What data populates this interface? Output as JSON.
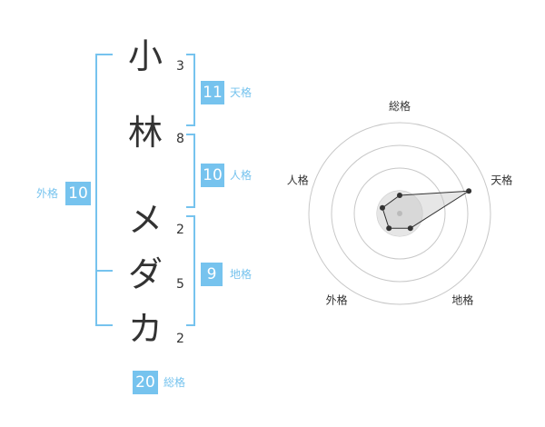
{
  "name": {
    "characters": [
      {
        "char": "小",
        "strokes": "3"
      },
      {
        "char": "林",
        "strokes": "8"
      },
      {
        "char": "メ",
        "strokes": "2"
      },
      {
        "char": "ダ",
        "strokes": "5"
      },
      {
        "char": "カ",
        "strokes": "2"
      }
    ]
  },
  "kaku": {
    "tenkaku": {
      "value": "11",
      "label": "天格"
    },
    "jinkaku": {
      "value": "10",
      "label": "人格"
    },
    "chikaku": {
      "value": "9",
      "label": "地格"
    },
    "gaikaku": {
      "value": "10",
      "label": "外格"
    },
    "soukaku": {
      "value": "20",
      "label": "総格"
    }
  },
  "colors": {
    "accent": "#76c3ee",
    "text": "#333333",
    "radar_fill": "#e6e6e6",
    "radar_grid": "#c8c8c8",
    "radar_point": "#333333"
  },
  "chart_data": {
    "type": "radar",
    "axes": [
      "総格",
      "天格",
      "地格",
      "外格",
      "人格"
    ],
    "values": [
      1,
      4,
      1,
      1,
      1
    ],
    "range": [
      0,
      5
    ],
    "rings": 4
  }
}
